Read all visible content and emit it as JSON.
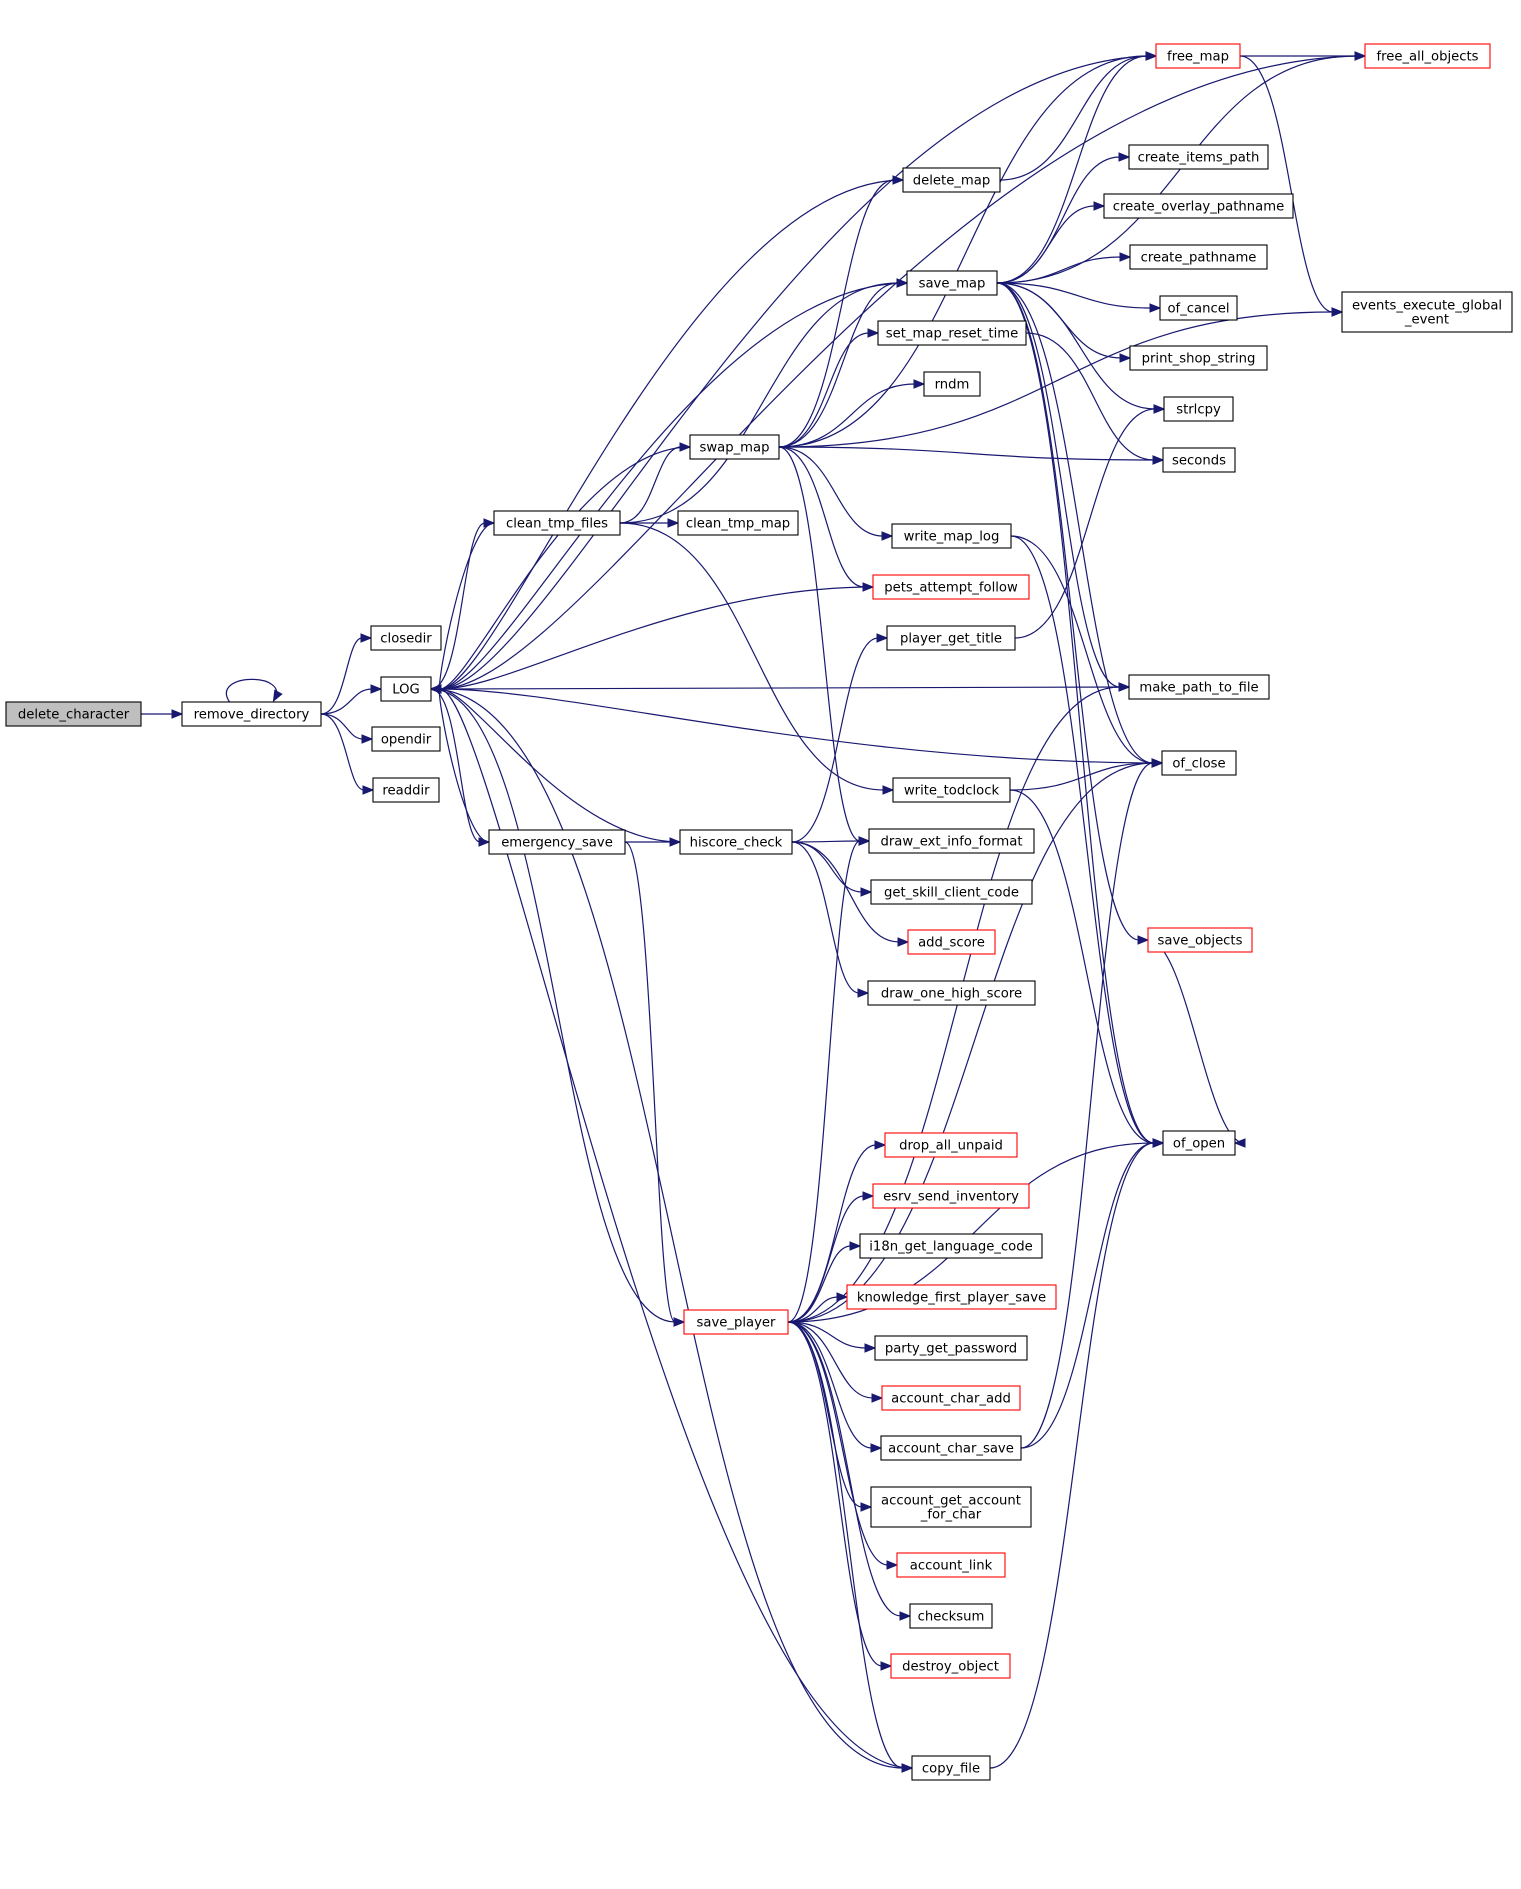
{
  "nodes": [
    {
      "id": "delete_character",
      "lines": [
        "delete_character"
      ],
      "style": "root"
    },
    {
      "id": "remove_directory",
      "lines": [
        "remove_directory"
      ],
      "style": "normal"
    },
    {
      "id": "closedir",
      "lines": [
        "closedir"
      ],
      "style": "normal"
    },
    {
      "id": "LOG",
      "lines": [
        "LOG"
      ],
      "style": "normal"
    },
    {
      "id": "opendir",
      "lines": [
        "opendir"
      ],
      "style": "normal"
    },
    {
      "id": "readdir",
      "lines": [
        "readdir"
      ],
      "style": "normal"
    },
    {
      "id": "clean_tmp_files",
      "lines": [
        "clean_tmp_files"
      ],
      "style": "normal"
    },
    {
      "id": "emergency_save",
      "lines": [
        "emergency_save"
      ],
      "style": "normal"
    },
    {
      "id": "swap_map",
      "lines": [
        "swap_map"
      ],
      "style": "normal"
    },
    {
      "id": "clean_tmp_map",
      "lines": [
        "clean_tmp_map"
      ],
      "style": "normal"
    },
    {
      "id": "hiscore_check",
      "lines": [
        "hiscore_check"
      ],
      "style": "normal"
    },
    {
      "id": "save_player",
      "lines": [
        "save_player"
      ],
      "style": "link"
    },
    {
      "id": "delete_map",
      "lines": [
        "delete_map"
      ],
      "style": "normal"
    },
    {
      "id": "save_map",
      "lines": [
        "save_map"
      ],
      "style": "normal"
    },
    {
      "id": "set_map_reset_time",
      "lines": [
        "set_map_reset_time"
      ],
      "style": "normal"
    },
    {
      "id": "rndm",
      "lines": [
        "rndm"
      ],
      "style": "normal"
    },
    {
      "id": "write_map_log",
      "lines": [
        "write_map_log"
      ],
      "style": "normal"
    },
    {
      "id": "pets_attempt_follow",
      "lines": [
        "pets_attempt_follow"
      ],
      "style": "link"
    },
    {
      "id": "player_get_title",
      "lines": [
        "player_get_title"
      ],
      "style": "normal"
    },
    {
      "id": "write_todclock",
      "lines": [
        "write_todclock"
      ],
      "style": "normal"
    },
    {
      "id": "draw_ext_info_format",
      "lines": [
        "draw_ext_info_format"
      ],
      "style": "normal"
    },
    {
      "id": "get_skill_client_code",
      "lines": [
        "get_skill_client_code"
      ],
      "style": "normal"
    },
    {
      "id": "add_score",
      "lines": [
        "add_score"
      ],
      "style": "link"
    },
    {
      "id": "draw_one_high_score",
      "lines": [
        "draw_one_high_score"
      ],
      "style": "normal"
    },
    {
      "id": "drop_all_unpaid",
      "lines": [
        "drop_all_unpaid"
      ],
      "style": "link"
    },
    {
      "id": "esrv_send_inventory",
      "lines": [
        "esrv_send_inventory"
      ],
      "style": "link"
    },
    {
      "id": "i18n_get_language_code",
      "lines": [
        "i18n_get_language_code"
      ],
      "style": "normal"
    },
    {
      "id": "knowledge_first_player_save",
      "lines": [
        "knowledge_first_player_save"
      ],
      "style": "link"
    },
    {
      "id": "party_get_password",
      "lines": [
        "party_get_password"
      ],
      "style": "normal"
    },
    {
      "id": "account_char_add",
      "lines": [
        "account_char_add"
      ],
      "style": "link"
    },
    {
      "id": "account_char_save",
      "lines": [
        "account_char_save"
      ],
      "style": "normal"
    },
    {
      "id": "account_get_account_for_char",
      "lines": [
        "account_get_account",
        "_for_char"
      ],
      "style": "normal"
    },
    {
      "id": "account_link",
      "lines": [
        "account_link"
      ],
      "style": "link"
    },
    {
      "id": "checksum",
      "lines": [
        "checksum"
      ],
      "style": "normal"
    },
    {
      "id": "destroy_object",
      "lines": [
        "destroy_object"
      ],
      "style": "link"
    },
    {
      "id": "copy_file",
      "lines": [
        "copy_file"
      ],
      "style": "normal"
    },
    {
      "id": "free_map",
      "lines": [
        "free_map"
      ],
      "style": "link"
    },
    {
      "id": "free_all_objects",
      "lines": [
        "free_all_objects"
      ],
      "style": "link"
    },
    {
      "id": "events_execute_global_event",
      "lines": [
        "events_execute_global",
        "_event"
      ],
      "style": "normal"
    },
    {
      "id": "create_items_path",
      "lines": [
        "create_items_path"
      ],
      "style": "normal"
    },
    {
      "id": "create_overlay_pathname",
      "lines": [
        "create_overlay_pathname"
      ],
      "style": "normal"
    },
    {
      "id": "create_pathname",
      "lines": [
        "create_pathname"
      ],
      "style": "normal"
    },
    {
      "id": "of_cancel",
      "lines": [
        "of_cancel"
      ],
      "style": "normal"
    },
    {
      "id": "print_shop_string",
      "lines": [
        "print_shop_string"
      ],
      "style": "normal"
    },
    {
      "id": "strlcpy",
      "lines": [
        "strlcpy"
      ],
      "style": "normal"
    },
    {
      "id": "seconds",
      "lines": [
        "seconds"
      ],
      "style": "normal"
    },
    {
      "id": "make_path_to_file",
      "lines": [
        "make_path_to_file"
      ],
      "style": "normal"
    },
    {
      "id": "of_close",
      "lines": [
        "of_close"
      ],
      "style": "normal"
    },
    {
      "id": "save_objects",
      "lines": [
        "save_objects"
      ],
      "style": "link"
    },
    {
      "id": "of_open",
      "lines": [
        "of_open"
      ],
      "style": "normal"
    }
  ],
  "edges": [
    [
      "delete_character",
      "remove_directory"
    ],
    [
      "remove_directory",
      "remove_directory"
    ],
    [
      "remove_directory",
      "closedir"
    ],
    [
      "remove_directory",
      "LOG"
    ],
    [
      "remove_directory",
      "opendir"
    ],
    [
      "remove_directory",
      "readdir"
    ],
    [
      "LOG",
      "clean_tmp_files"
    ],
    [
      "LOG",
      "emergency_save"
    ],
    [
      "LOG",
      "save_player"
    ],
    [
      "LOG",
      "copy_file"
    ],
    [
      "clean_tmp_files",
      "LOG"
    ],
    [
      "clean_tmp_files",
      "swap_map"
    ],
    [
      "clean_tmp_files",
      "clean_tmp_map"
    ],
    [
      "clean_tmp_files",
      "save_map"
    ],
    [
      "clean_tmp_files",
      "write_todclock"
    ],
    [
      "emergency_save",
      "LOG"
    ],
    [
      "emergency_save",
      "hiscore_check"
    ],
    [
      "emergency_save",
      "save_player"
    ],
    [
      "swap_map",
      "LOG"
    ],
    [
      "swap_map",
      "delete_map"
    ],
    [
      "swap_map",
      "save_map"
    ],
    [
      "swap_map",
      "set_map_reset_time"
    ],
    [
      "swap_map",
      "rndm"
    ],
    [
      "swap_map",
      "seconds"
    ],
    [
      "swap_map",
      "write_map_log"
    ],
    [
      "swap_map",
      "pets_attempt_follow"
    ],
    [
      "swap_map",
      "draw_ext_info_format"
    ],
    [
      "swap_map",
      "free_map"
    ],
    [
      "swap_map",
      "events_execute_global_event"
    ],
    [
      "hiscore_check",
      "LOG"
    ],
    [
      "hiscore_check",
      "player_get_title"
    ],
    [
      "hiscore_check",
      "draw_ext_info_format"
    ],
    [
      "hiscore_check",
      "get_skill_client_code"
    ],
    [
      "hiscore_check",
      "add_score"
    ],
    [
      "hiscore_check",
      "draw_one_high_score"
    ],
    [
      "delete_map",
      "LOG"
    ],
    [
      "delete_map",
      "free_map"
    ],
    [
      "save_map",
      "LOG"
    ],
    [
      "save_map",
      "free_map"
    ],
    [
      "save_map",
      "free_all_objects"
    ],
    [
      "save_map",
      "create_items_path"
    ],
    [
      "save_map",
      "create_overlay_pathname"
    ],
    [
      "save_map",
      "create_pathname"
    ],
    [
      "save_map",
      "of_cancel"
    ],
    [
      "save_map",
      "print_shop_string"
    ],
    [
      "save_map",
      "strlcpy"
    ],
    [
      "save_map",
      "make_path_to_file"
    ],
    [
      "save_map",
      "of_close"
    ],
    [
      "save_map",
      "save_objects"
    ],
    [
      "save_map",
      "of_open"
    ],
    [
      "set_map_reset_time",
      "seconds"
    ],
    [
      "write_map_log",
      "of_close"
    ],
    [
      "write_map_log",
      "of_open"
    ],
    [
      "pets_attempt_follow",
      "LOG"
    ],
    [
      "player_get_title",
      "strlcpy"
    ],
    [
      "write_todclock",
      "of_close"
    ],
    [
      "write_todclock",
      "of_open"
    ],
    [
      "free_map",
      "LOG"
    ],
    [
      "free_map",
      "free_all_objects"
    ],
    [
      "free_map",
      "events_execute_global_event"
    ],
    [
      "free_all_objects",
      "LOG"
    ],
    [
      "make_path_to_file",
      "LOG"
    ],
    [
      "of_close",
      "LOG"
    ],
    [
      "save_objects",
      "of_open"
    ],
    [
      "save_player",
      "draw_ext_info_format"
    ],
    [
      "save_player",
      "make_path_to_file"
    ],
    [
      "save_player",
      "of_close"
    ],
    [
      "save_player",
      "drop_all_unpaid"
    ],
    [
      "save_player",
      "esrv_send_inventory"
    ],
    [
      "save_player",
      "i18n_get_language_code"
    ],
    [
      "save_player",
      "knowledge_first_player_save"
    ],
    [
      "save_player",
      "party_get_password"
    ],
    [
      "save_player",
      "account_char_add"
    ],
    [
      "save_player",
      "account_char_save"
    ],
    [
      "save_player",
      "account_get_account_for_char"
    ],
    [
      "save_player",
      "account_link"
    ],
    [
      "save_player",
      "checksum"
    ],
    [
      "save_player",
      "destroy_object"
    ],
    [
      "save_player",
      "copy_file"
    ],
    [
      "save_player",
      "of_open"
    ],
    [
      "account_char_save",
      "of_close"
    ],
    [
      "account_char_save",
      "of_open"
    ],
    [
      "copy_file",
      "LOG"
    ],
    [
      "copy_file",
      "of_open"
    ]
  ]
}
